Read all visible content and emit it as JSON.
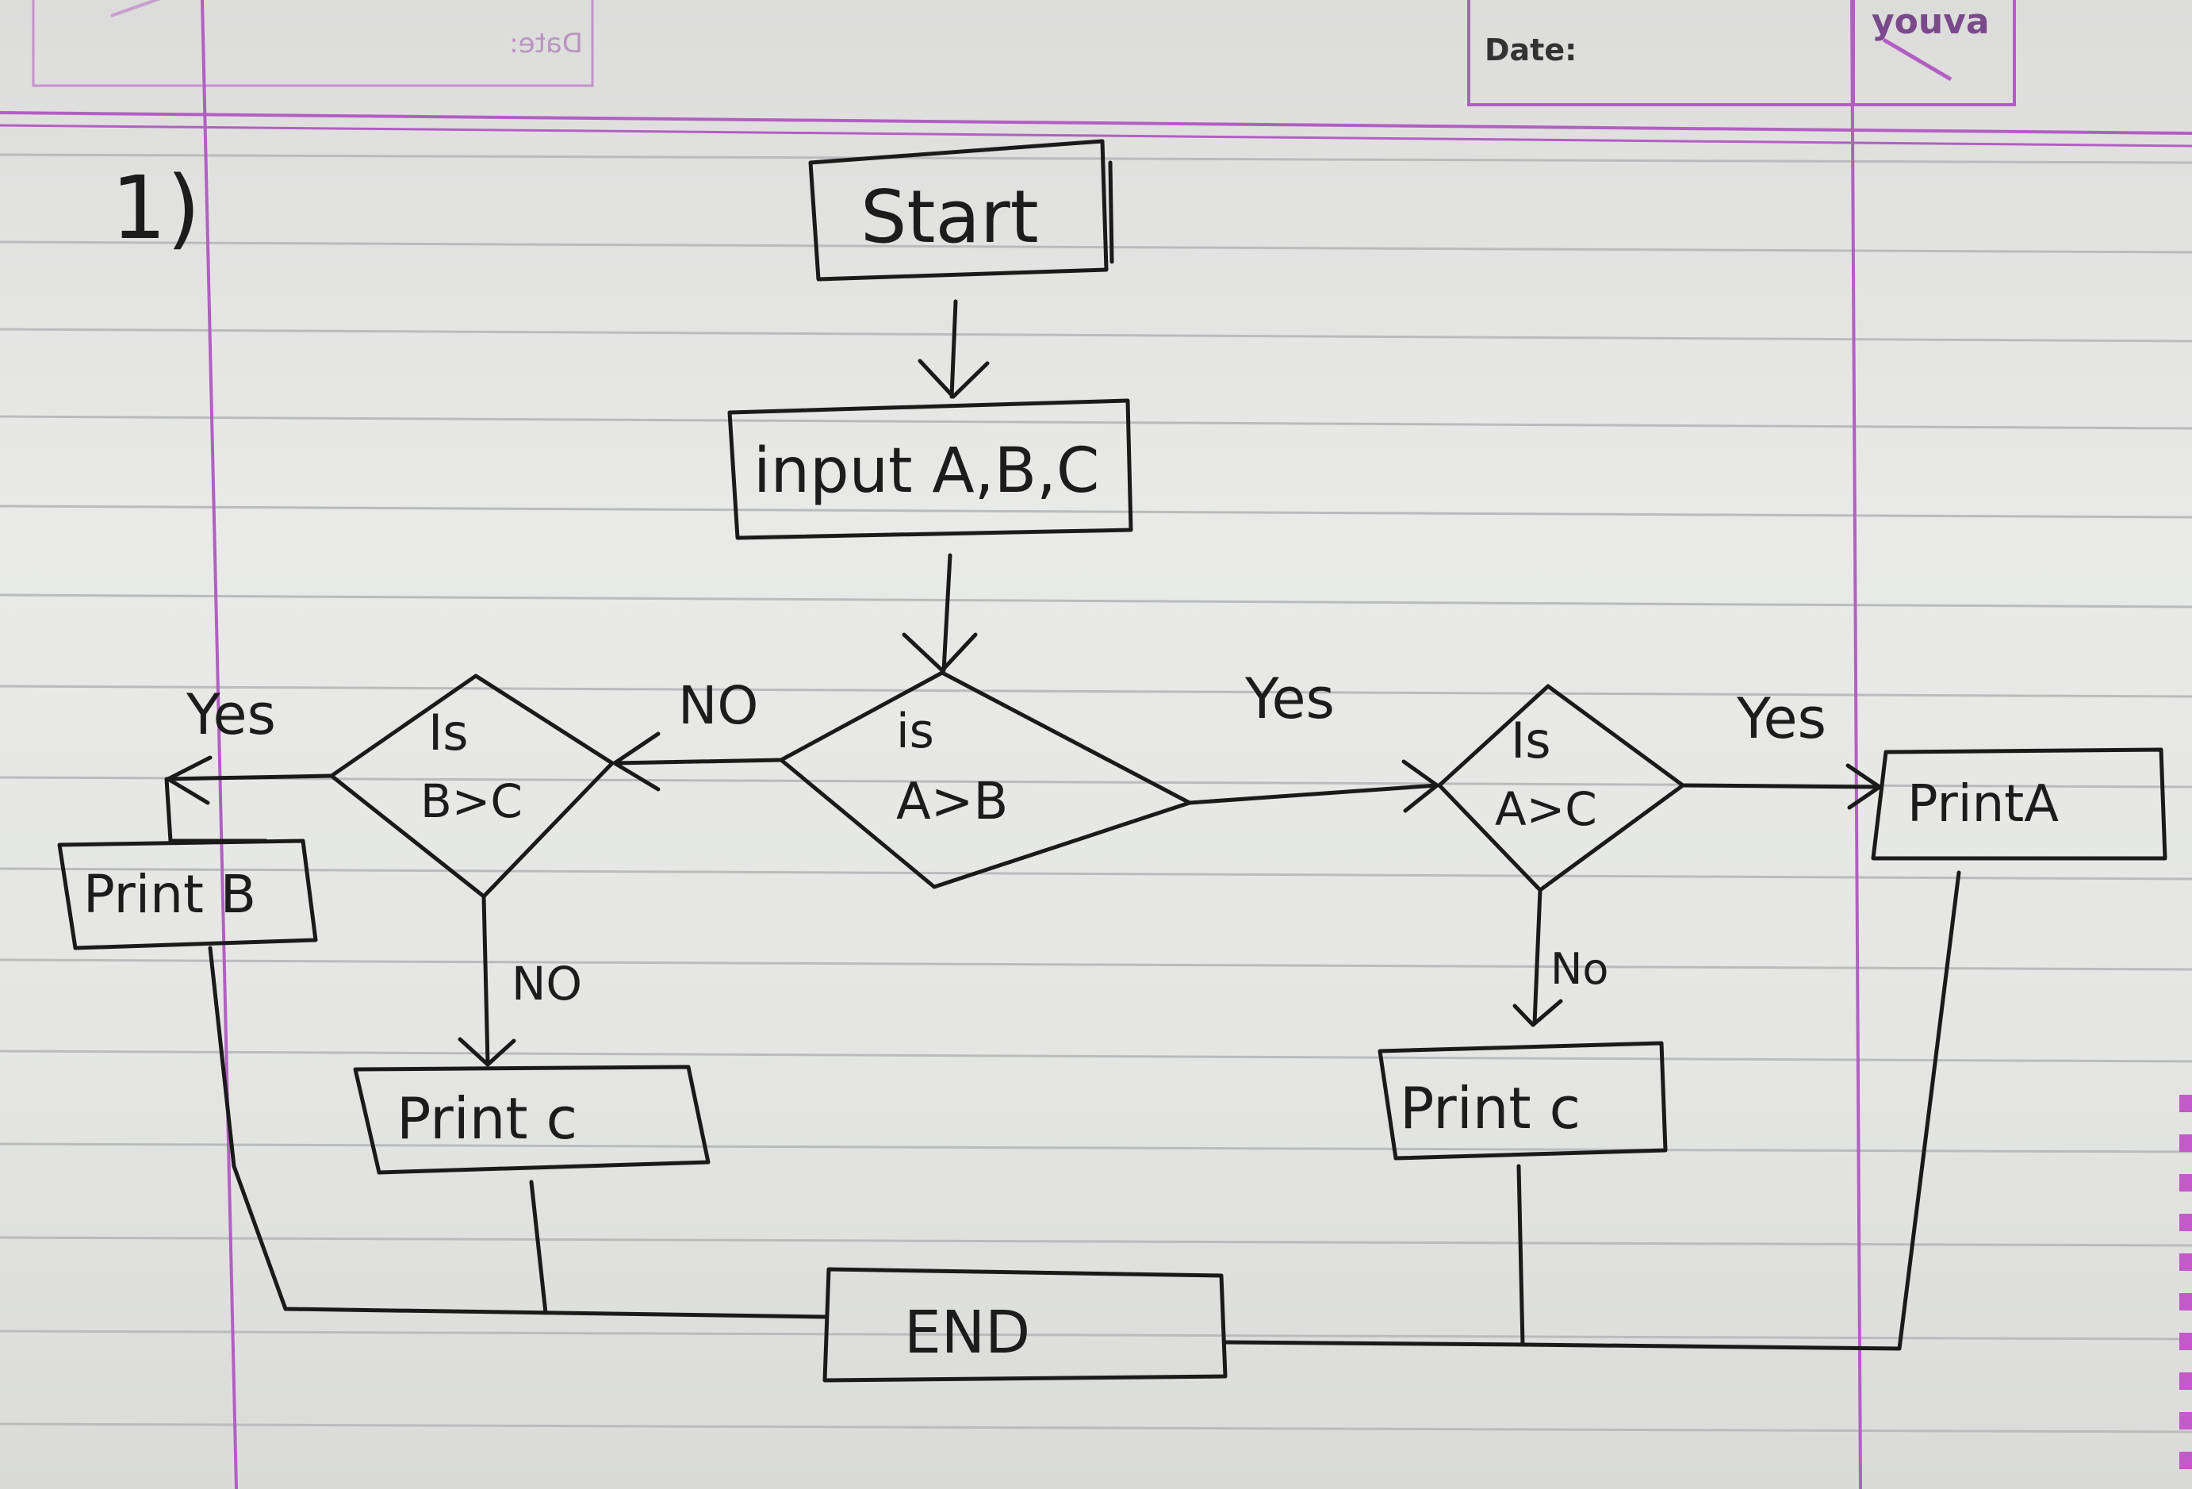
{
  "header": {
    "date_label": "Date:",
    "mirrored_date_label": "Date:",
    "brand_mark": "youva"
  },
  "question_number": "1)",
  "flowchart": {
    "start": "Start",
    "input": "input A,B,C",
    "decision_main_line1": "is",
    "decision_main_line2": "A>B",
    "decision_left_line1": "Is",
    "decision_left_line2": "B>C",
    "decision_right_line1": "Is",
    "decision_right_line2": "A>C",
    "print_b": "Print B",
    "print_c_left": "Print c",
    "print_c_right": "Print c",
    "print_a": "PrintA",
    "end": "END",
    "edge_no_main": "NO",
    "edge_yes_main": "Yes",
    "edge_yes_left": "Yes",
    "edge_no_left": "NO",
    "edge_yes_right": "Yes",
    "edge_no_right": "No"
  },
  "colors": {
    "ink": "#1a1a1a",
    "margin_line": "#b25fc2",
    "rule_line": "#b9bbbd",
    "paper": "#e6e7e5"
  }
}
